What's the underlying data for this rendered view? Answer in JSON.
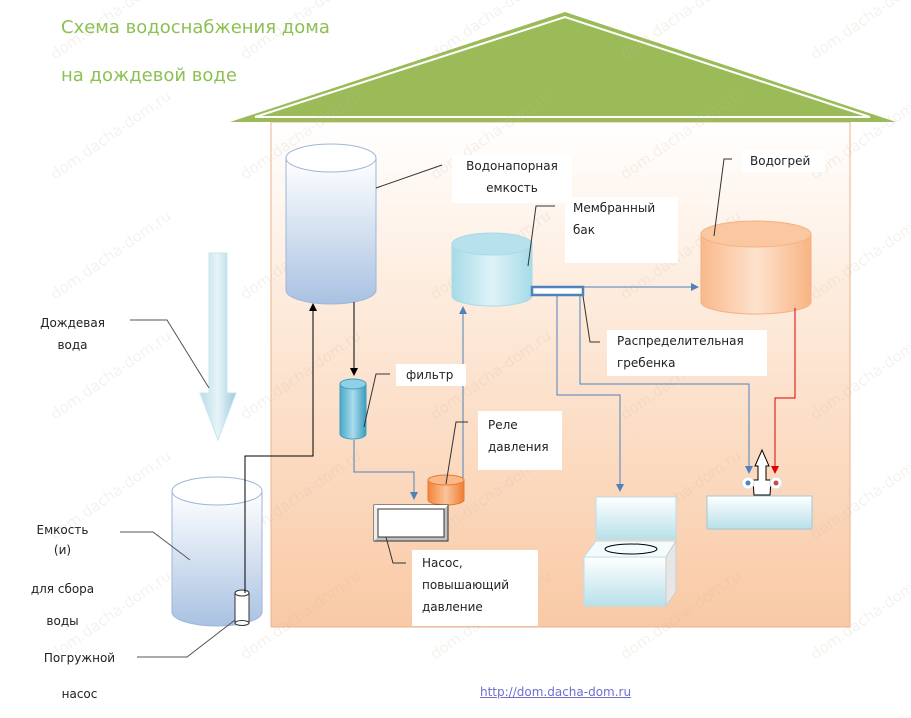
{
  "title": {
    "line1": "Схема водоснабжения дома",
    "line2": "на дождевой воде"
  },
  "labels": {
    "water_tower": [
      "Водонапорная",
      "емкость"
    ],
    "membrane_tank": [
      "Мембранный",
      "бак"
    ],
    "water_heater": "Водогрей",
    "manifold": [
      "Распределительная",
      "гребенка"
    ],
    "filter": "фильтр",
    "pressure_relay": [
      "Реле",
      "давления"
    ],
    "booster_pump": [
      "Насос,",
      "повышающий",
      "давление"
    ],
    "rainwater": [
      "Дождевая",
      "вода"
    ],
    "tank": [
      "Емкость",
      "(и)",
      "для сбора",
      "воды"
    ],
    "submersible_pump": [
      "Погружной",
      "насос"
    ]
  },
  "footer": {
    "link": "http://dom.dacha-dom.ru"
  },
  "watermark": "dom.dacha-dom.ru",
  "colors": {
    "title_green": "#8cc152",
    "roof_green": "#9bbb59",
    "pipe_blue": "#4f81bd",
    "hot_red": "#e00000",
    "house_fill": "#fbd5b5"
  }
}
